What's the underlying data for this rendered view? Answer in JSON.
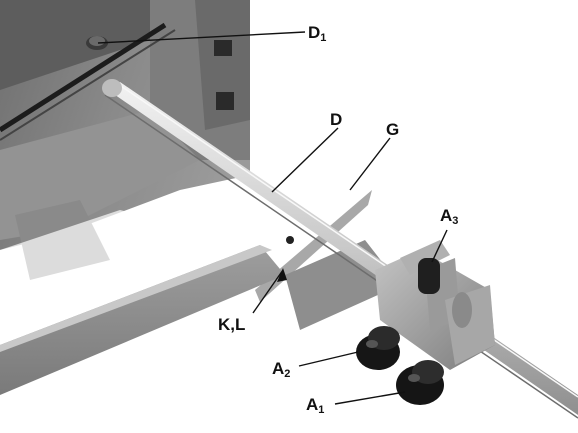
{
  "callouts": {
    "d1": {
      "base": "D",
      "sub": "1"
    },
    "d": {
      "base": "D",
      "sub": ""
    },
    "g": {
      "base": "G",
      "sub": ""
    },
    "a3": {
      "base": "A",
      "sub": "3"
    },
    "kl": {
      "base": "K,L",
      "sub": ""
    },
    "a2": {
      "base": "A",
      "sub": "2"
    },
    "a1": {
      "base": "A",
      "sub": "1"
    }
  },
  "colors": {
    "background": "#ffffff",
    "machine_metal": "#8c8c8c",
    "rod_steel": "#d6d6d6",
    "knob_black": "#1a1a1a",
    "label_ink": "#111111"
  },
  "icons": {
    "knob": "clamp-knob-icon",
    "fixing-screw": "screw-icon"
  }
}
